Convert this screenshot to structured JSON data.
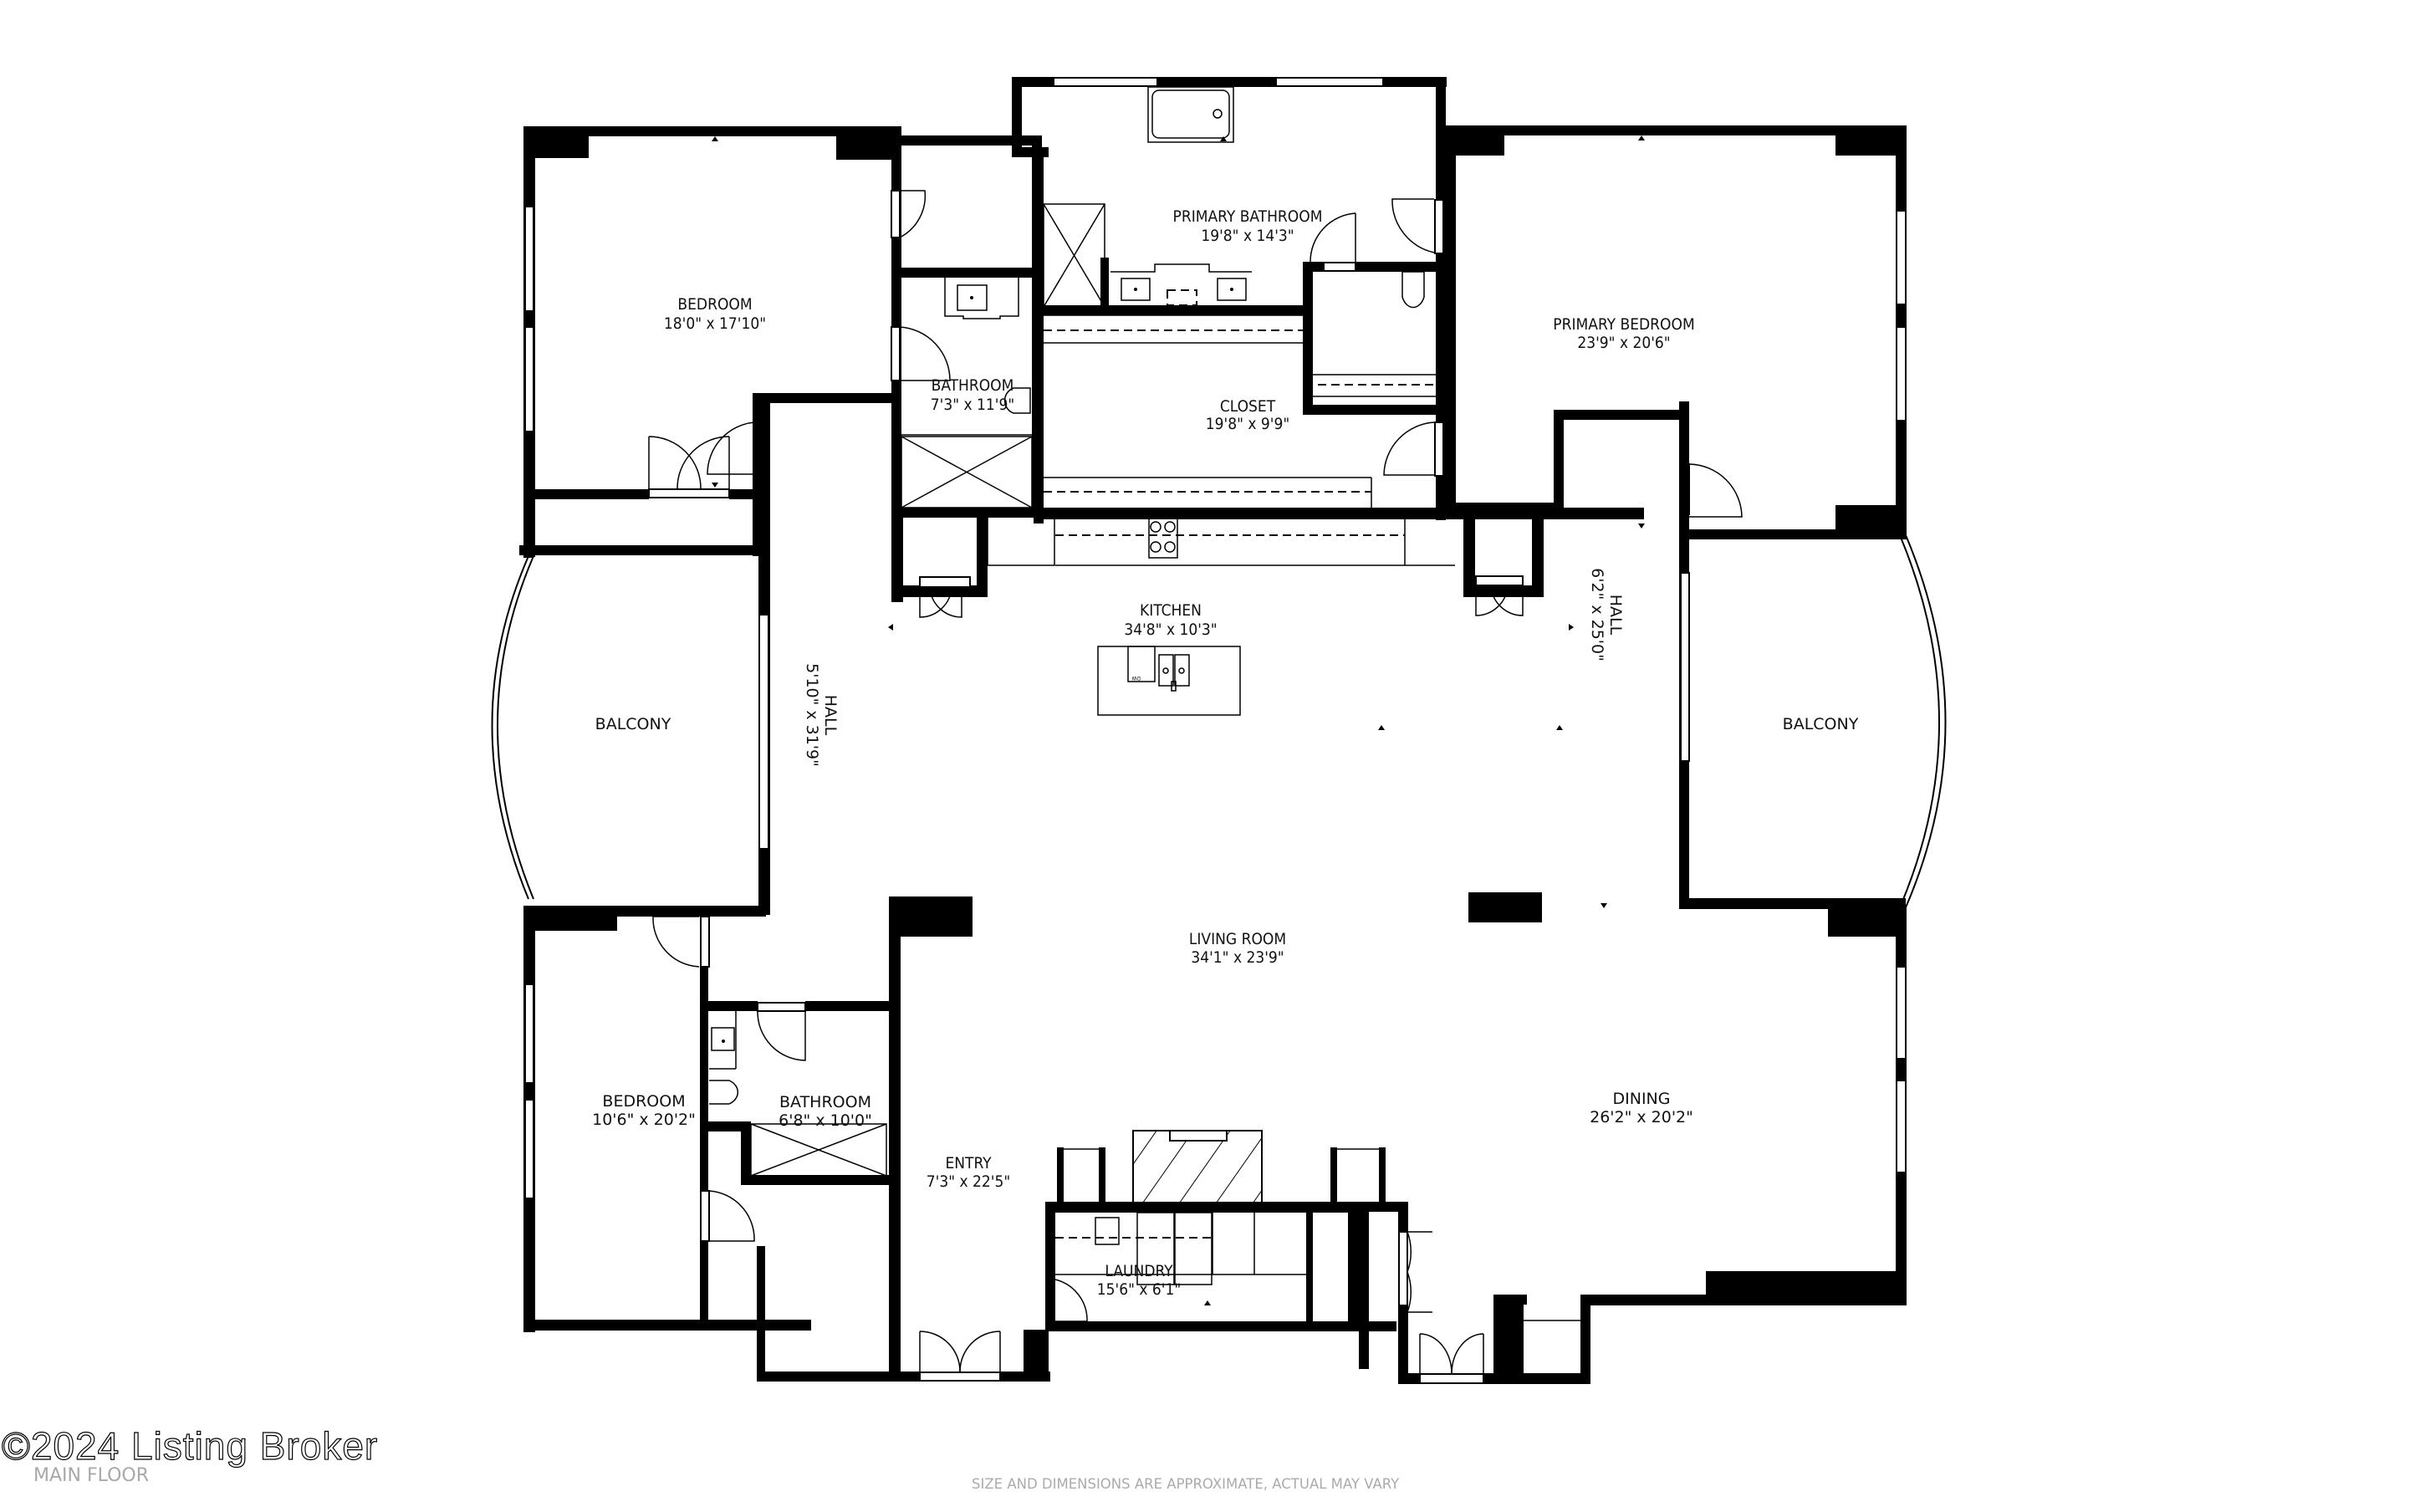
{
  "floorplan": {
    "floor_name": "MAIN FLOOR",
    "copyright": "©2024 Listing Broker",
    "disclaimer": "SIZE AND DIMENSIONS ARE APPROXIMATE, ACTUAL MAY VARY",
    "rooms": {
      "bedroom_nw": {
        "name": "BEDROOM",
        "dims": "18'0\" x 17'10\""
      },
      "bathroom_n": {
        "name": "BATHROOM",
        "dims": "7'3\" x 11'9\""
      },
      "primary_bathroom": {
        "name": "PRIMARY BATHROOM",
        "dims": "19'8\" x 14'3\""
      },
      "closet": {
        "name": "CLOSET",
        "dims": "19'8\" x 9'9\""
      },
      "primary_bedroom": {
        "name": "PRIMARY BEDROOM",
        "dims": "23'9\" x 20'6\""
      },
      "kitchen": {
        "name": "KITCHEN",
        "dims": "34'8\" x 10'3\""
      },
      "hall_west": {
        "name": "HALL",
        "dims": "5'10\" x 31'9\""
      },
      "hall_east": {
        "name": "HALL",
        "dims": "6'2\" x 25'0\""
      },
      "balcony_west": {
        "name": "BALCONY"
      },
      "balcony_east": {
        "name": "BALCONY"
      },
      "living_room": {
        "name": "LIVING ROOM",
        "dims": "34'1\" x 23'9\""
      },
      "bedroom_sw": {
        "name": "BEDROOM",
        "dims": "10'6\" x 20'2\""
      },
      "bathroom_s": {
        "name": "BATHROOM",
        "dims": "6'8\" x 10'0\""
      },
      "entry": {
        "name": "ENTRY",
        "dims": "7'3\" x 22'5\""
      },
      "laundry": {
        "name": "LAUNDRY",
        "dims": "15'6\" x 6'1\""
      },
      "dining": {
        "name": "DINING",
        "dims": "26'2\" x 20'2\""
      }
    },
    "fixtures": {
      "dishwasher_label": "DW"
    },
    "colors": {
      "wall": "#000000",
      "background": "#ffffff",
      "caption_gray": "#a8a8a8"
    }
  }
}
